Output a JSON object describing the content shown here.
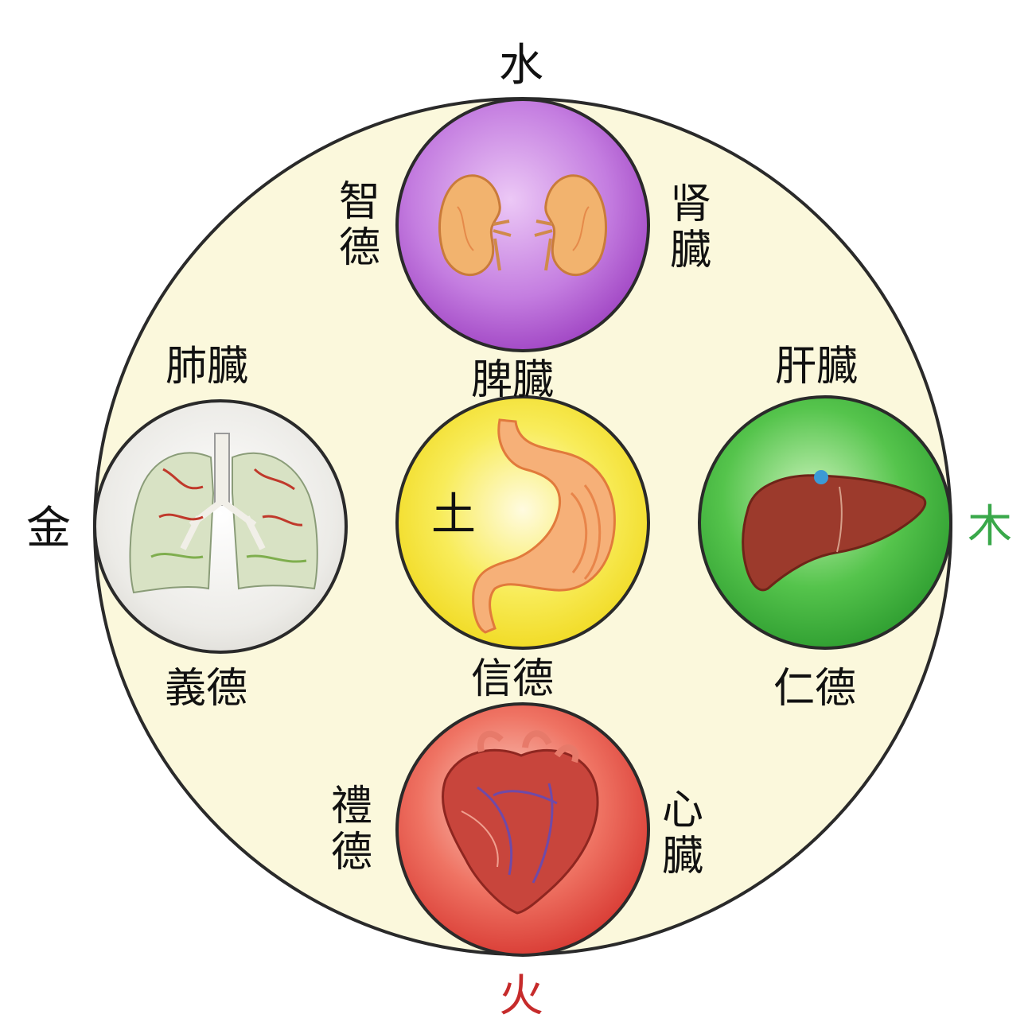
{
  "elements": {
    "water": "水",
    "wood": "木",
    "fire": "火",
    "metal": "金",
    "earth": "土"
  },
  "organs": {
    "kidney": "肾臓",
    "spleen": "脾臓",
    "liver": "肝臓",
    "lung": "肺臓",
    "heart": "心臓"
  },
  "virtues": {
    "wisdom": "智德",
    "faith": "信德",
    "benevolence": "仁德",
    "righteousness": "義德",
    "propriety": "禮德"
  },
  "colors": {
    "outer_fill": "#fbf8dc",
    "water": "#b45ad2",
    "earth": "#f2e22a",
    "wood": "#34b339",
    "metal": "#e7e5e0",
    "fire": "#e4463e",
    "wood_label": "#39a84a",
    "fire_label": "#c62b2b",
    "organ_radical": "#b03cc8"
  },
  "organ_icons": {
    "water": "kidneys-icon",
    "earth": "stomach-icon",
    "wood": "liver-icon",
    "metal": "lungs-icon",
    "fire": "heart-icon"
  }
}
